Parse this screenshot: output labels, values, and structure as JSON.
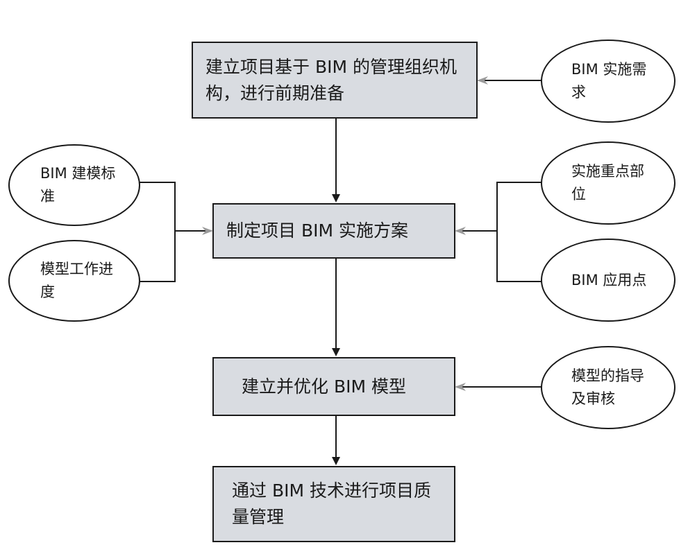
{
  "boxes": {
    "b1": "建立项目基于 BIM 的管理组织机构，进行前期准备",
    "b2": "制定项目 BIM 实施方案",
    "b3": "建立并优化 BIM 模型",
    "b4": "通过 BIM 技术进行项目质量管理"
  },
  "ellipses": {
    "e1": "BIM 实施需求",
    "e2": "BIM 建模标准",
    "e3": "模型工作进度",
    "e4": "实施重点部位",
    "e5": "BIM 应用点",
    "e6": "模型的指导及审核"
  },
  "colors": {
    "box_fill": "#d9dce1",
    "line": "#1a1a1a",
    "gray_arrow": "#9a9a9a"
  }
}
